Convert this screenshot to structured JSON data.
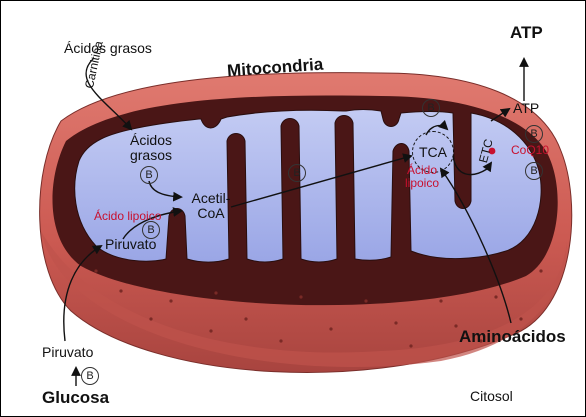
{
  "labels": {
    "fatty_acids_outside": "Ácidos grasos",
    "carnitine": "Carnitina",
    "mitochondria": "Mitocondria",
    "fatty_acids_inside_1": "Ácidos",
    "fatty_acids_inside_2": "grasos",
    "acetyl_1": "Acetil-",
    "acetyl_2": "CoA",
    "lipoic_acid_left": "Ácido lipoico",
    "pyruvate_inside": "Piruvato",
    "tca": "TCA",
    "lipoic_acid_right_1": "Ácido",
    "lipoic_acid_right_2": "lipoico",
    "etc": "ETC",
    "atp_inside": "ATP",
    "coq10": "CoQ10",
    "atp_top": "ATP",
    "amino_acids": "Aminoácidos",
    "pyruvate_outside": "Piruvato",
    "glucose": "Glucosa",
    "cytosol": "Citosol",
    "b_vitamin": "B"
  },
  "colors": {
    "outer_membrane": "#cf5d55",
    "intermembrane": "#4a1616",
    "matrix": "#aab4ec",
    "accent_red": "#c8102e"
  }
}
